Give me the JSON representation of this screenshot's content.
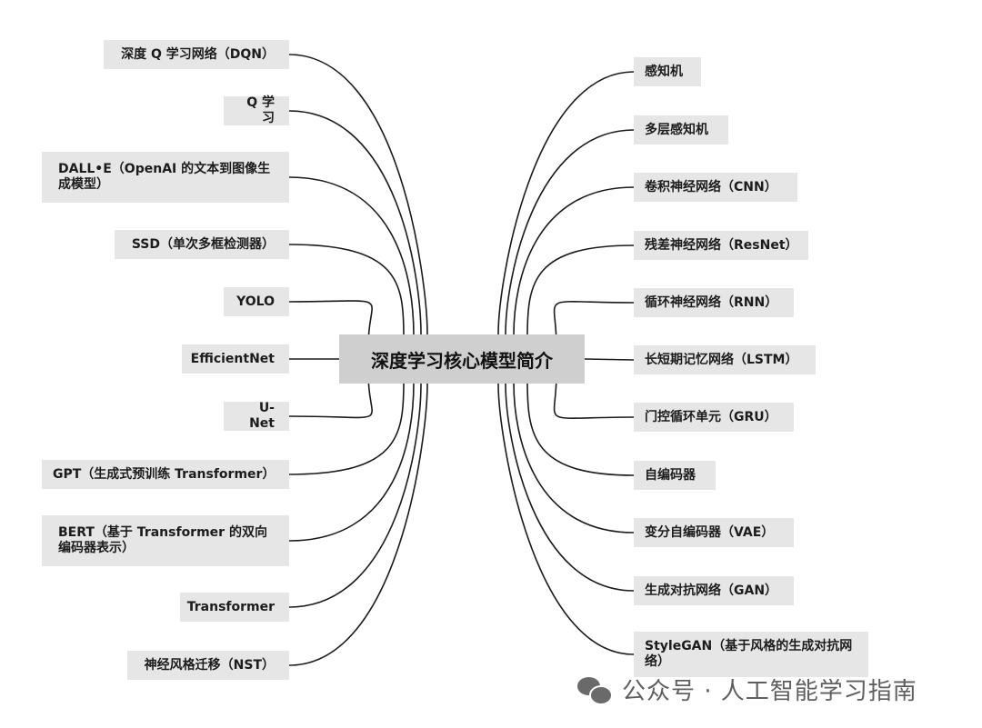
{
  "center": {
    "title": "深度学习核心模型简介"
  },
  "left_nodes": [
    {
      "label": "深度 Q 学习网络（DQN）"
    },
    {
      "label": "Q 学习"
    },
    {
      "label": "DALL•E（OpenAI 的文本到图像生成模型）"
    },
    {
      "label": "SSD（单次多框检测器）"
    },
    {
      "label": "YOLO"
    },
    {
      "label": "EfficientNet"
    },
    {
      "label": "U-Net"
    },
    {
      "label": "GPT（生成式预训练 Transformer）"
    },
    {
      "label": "BERT（基于 Transformer 的双向编码器表示）"
    },
    {
      "label": "Transformer"
    },
    {
      "label": "神经风格迁移（NST）"
    }
  ],
  "right_nodes": [
    {
      "label": "感知机"
    },
    {
      "label": "多层感知机"
    },
    {
      "label": "卷积神经网络（CNN）"
    },
    {
      "label": "残差神经网络（ResNet）"
    },
    {
      "label": "循环神经网络（RNN）"
    },
    {
      "label": "长短期记忆网络（LSTM）"
    },
    {
      "label": "门控循环单元（GRU）"
    },
    {
      "label": "自编码器"
    },
    {
      "label": "变分自编码器（VAE）"
    },
    {
      "label": "生成对抗网络（GAN）"
    },
    {
      "label": "StyleGAN（基于风格的生成对抗网络）"
    }
  ],
  "watermark": {
    "text": "公众号 · 人工智能学习指南",
    "icon": "wechat-icon"
  },
  "colors": {
    "node_fill": "#e6e6e6",
    "center_fill": "#cfcfcf",
    "connector": "#1a1a1a",
    "watermark_text": "#5f5f5f"
  }
}
